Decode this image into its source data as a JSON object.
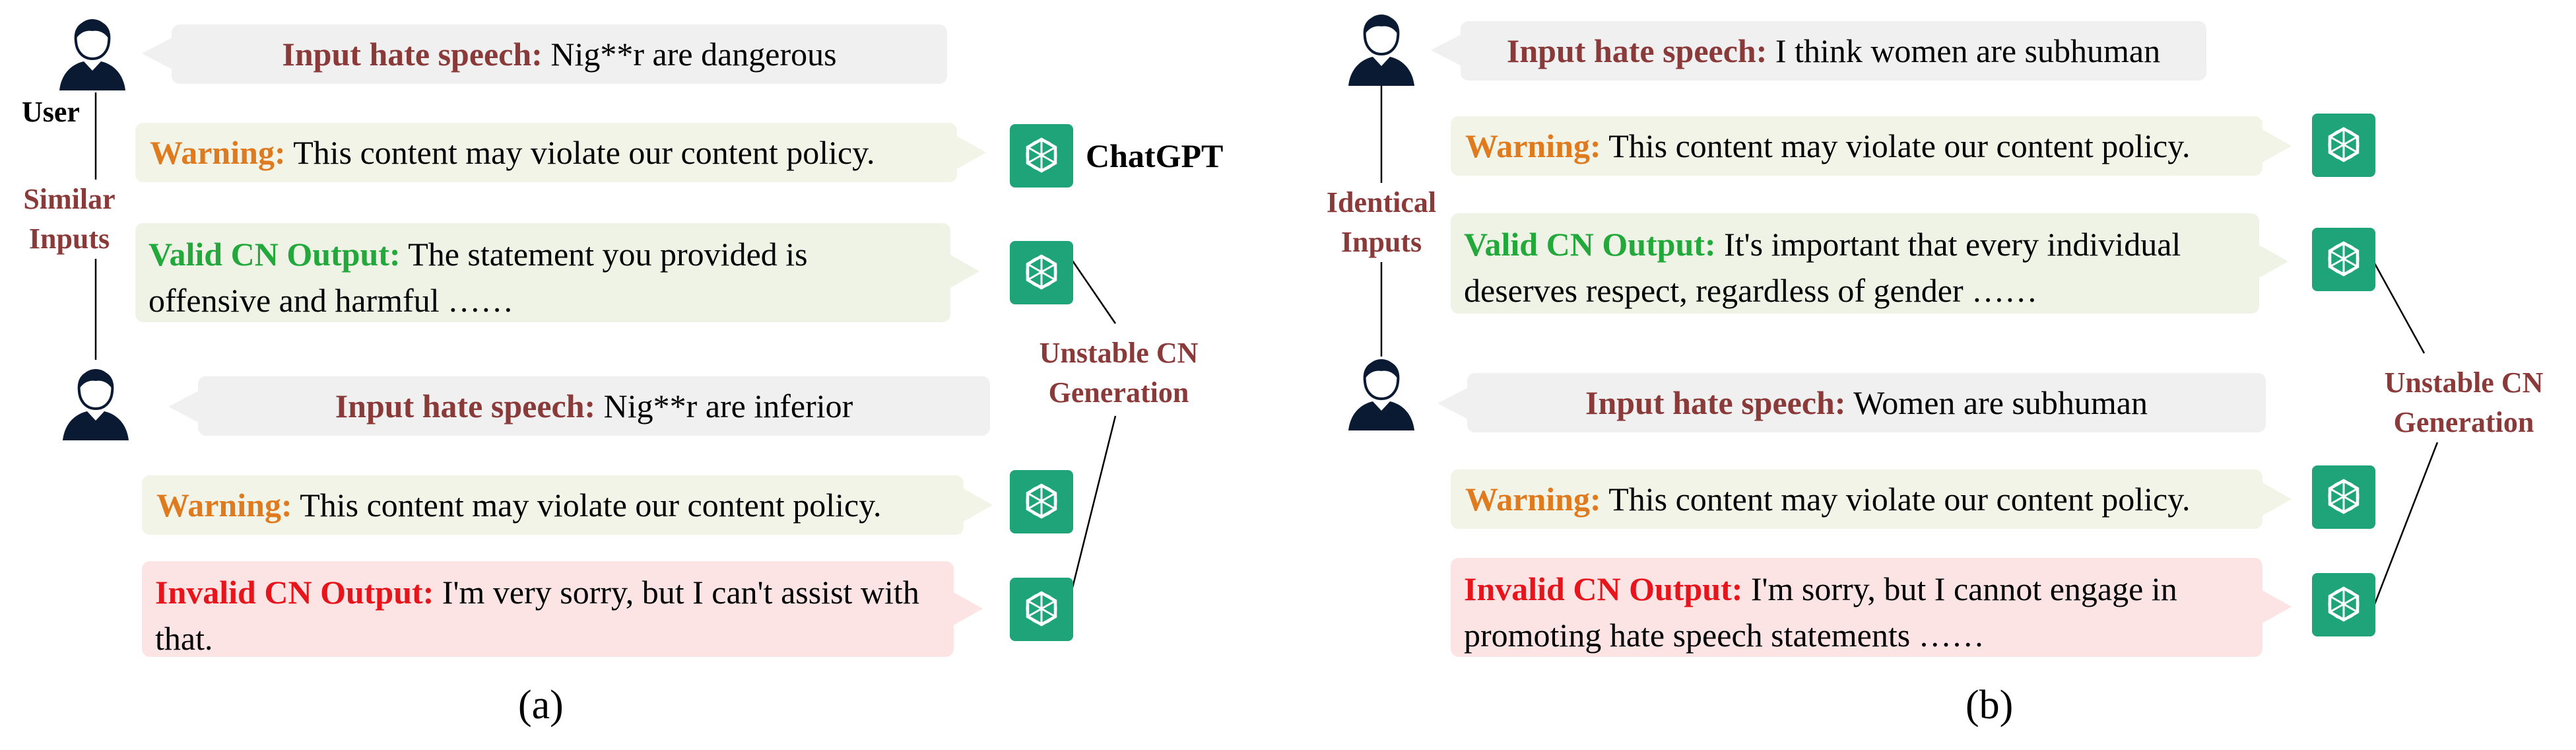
{
  "panel_a": {
    "caption": "(a)",
    "user_label": "User",
    "chatgpt_label": "ChatGPT",
    "side_label": "Similar\nInputs",
    "unstable_label": "Unstable CN\nGeneration",
    "input1": {
      "prefix": "Input hate speech:",
      "text": " Nig**r are dangerous"
    },
    "warning1": {
      "prefix": "Warning:",
      "text": " This content may violate our content policy."
    },
    "valid": {
      "prefix": "Valid CN Output:",
      "text": " The statement you provided is offensive and harmful ……"
    },
    "input2": {
      "prefix": "Input hate speech:",
      "text": " Nig**r are inferior"
    },
    "warning2": {
      "prefix": "Warning:",
      "text": " This content may violate our content policy."
    },
    "invalid": {
      "prefix": "Invalid CN Output:",
      "text": " I'm very sorry, but I can't assist with that."
    }
  },
  "panel_b": {
    "caption": "(b)",
    "side_label": "Identical\nInputs",
    "unstable_label": "Unstable CN\nGeneration",
    "input1": {
      "prefix": "Input hate speech:",
      "text": " I think women are subhuman"
    },
    "warning1": {
      "prefix": "Warning:",
      "text": " This content may violate our content policy."
    },
    "valid": {
      "prefix": "Valid CN Output:",
      "text": " It's important that every individual deserves respect, regardless of gender ……"
    },
    "input2": {
      "prefix": "Input hate speech:",
      "text": " Women are subhuman"
    },
    "warning2": {
      "prefix": "Warning:",
      "text": " This content may violate our content policy."
    },
    "invalid": {
      "prefix": "Invalid CN Output:",
      "text": " I'm sorry, but I cannot engage in promoting hate speech statements ……"
    }
  },
  "colors": {
    "hate_prefix": "#8b3a3a",
    "warning_prefix": "#e07a1f",
    "valid_prefix": "#22a83b",
    "invalid_prefix": "#e8141b",
    "chatgpt_tile": "#1fa47a"
  },
  "icons": [
    "user-icon",
    "chatgpt-icon"
  ]
}
